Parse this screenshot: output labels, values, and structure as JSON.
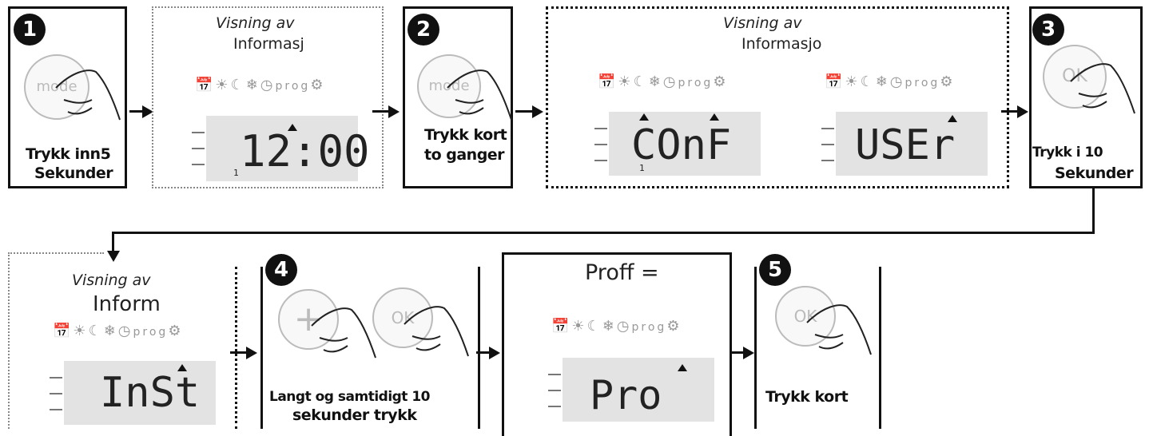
{
  "steps": {
    "s1": {
      "num": "1",
      "knob": "mode",
      "caption": [
        "Trykk inn5",
        "Sekunder"
      ]
    },
    "s2": {
      "num": "2",
      "knob": "mode",
      "caption": [
        "Trykk kort",
        "to ganger"
      ]
    },
    "s3": {
      "num": "3",
      "knob": "OK",
      "caption": [
        "Trykk i 10",
        "Sekunder"
      ]
    },
    "s4": {
      "num": "4",
      "knob_plus": "+",
      "knob_ok": "OK",
      "caption": [
        "Langt og samtidigt 10",
        "sekunder trykk"
      ]
    },
    "s5": {
      "num": "5",
      "knob": "OK",
      "caption": "Trykk kort"
    }
  },
  "displays": {
    "d1": {
      "title_italic": "Visning av",
      "title": "Informasj",
      "value": "12:00",
      "small": "1"
    },
    "d2": {
      "title_italic": "Visning av",
      "title": "Informasjo",
      "value_a": "COnF",
      "small_a": "1",
      "value_b": "USEr"
    },
    "d3": {
      "title_italic": "Visning av",
      "title": "Inform",
      "value": "InSt"
    },
    "d4": {
      "title": "Proff =",
      "value": "Pro"
    }
  },
  "icons": {
    "prog": "prog",
    "calendar": "📅",
    "sun": "☀",
    "moon": "☾",
    "shield": "❄",
    "clock": "◷",
    "gear": "⚙"
  }
}
